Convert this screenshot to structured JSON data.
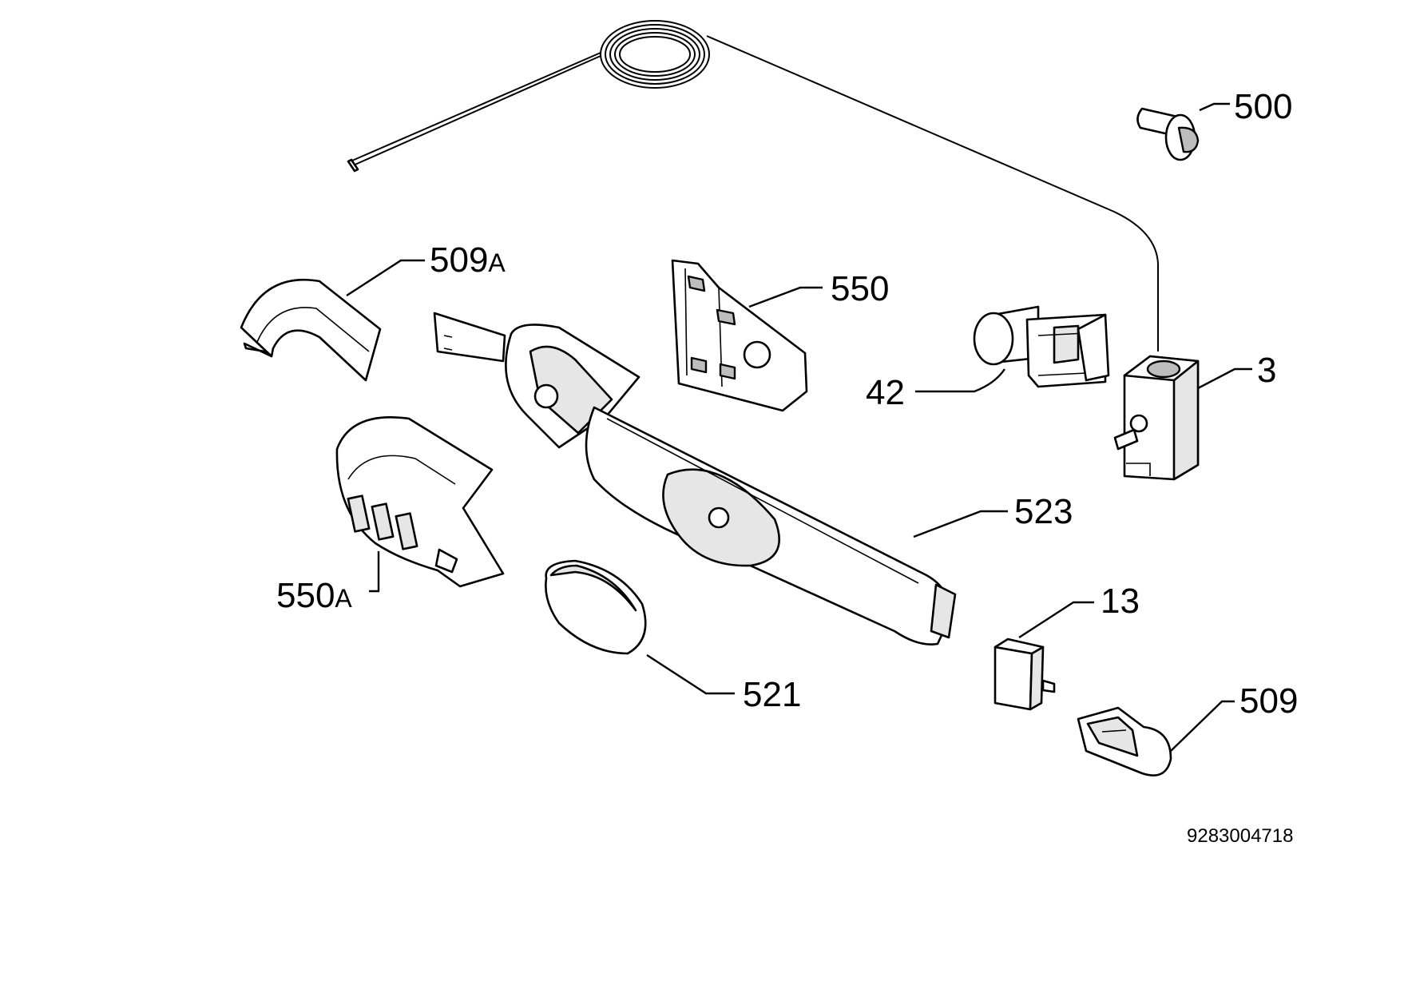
{
  "diagram": {
    "callouts": [
      {
        "id": "500",
        "text": "500"
      },
      {
        "id": "509A",
        "main": "509",
        "suffix": "A"
      },
      {
        "id": "550",
        "text": "550"
      },
      {
        "id": "42",
        "text": "42"
      },
      {
        "id": "3",
        "text": "3"
      },
      {
        "id": "523",
        "text": "523"
      },
      {
        "id": "550A",
        "main": "550",
        "suffix": "A"
      },
      {
        "id": "13",
        "text": "13"
      },
      {
        "id": "521",
        "text": "521"
      },
      {
        "id": "509",
        "text": "509"
      }
    ],
    "document_number": "9283004718"
  }
}
